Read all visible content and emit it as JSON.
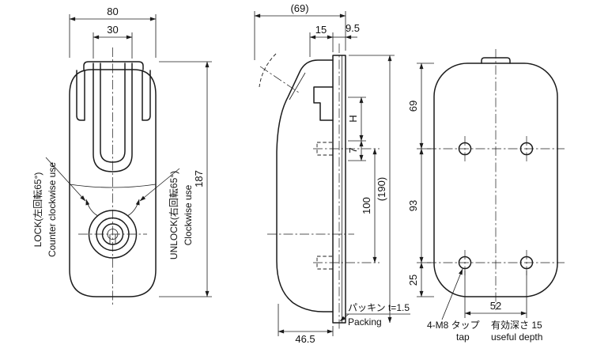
{
  "drawing": {
    "front_view": {
      "dim_width": "80",
      "dim_grip_width": "30",
      "dim_height": "187",
      "lock_label_jp": "LOCK(左回転65°)",
      "lock_label_en": "Counter clockwise use",
      "unlock_label_jp": "UNLOCK(右回転65°)",
      "unlock_label_en": "Clockwise use"
    },
    "side_view": {
      "dim_depth_total": "(69)",
      "dim_handle_gap": "15",
      "dim_plate_thickness": "9.5",
      "dim_latch": "H",
      "dim_latch_offset": "7",
      "dim_plate_height": "(190)",
      "dim_hole_span": "100",
      "dim_body_depth": "46.5",
      "packing_label_jp": "パッキン t=1.5",
      "packing_label_en": "Packing"
    },
    "back_view": {
      "dim_top_to_hole": "69",
      "dim_hole_to_hole": "93",
      "dim_hole_to_bottom": "25",
      "dim_hole_pitch": "52",
      "tap_label_jp": "4-M8 タップ",
      "tap_depth_jp": "有効深さ 15",
      "tap_label_en": "tap",
      "tap_depth_en": "useful depth"
    }
  }
}
